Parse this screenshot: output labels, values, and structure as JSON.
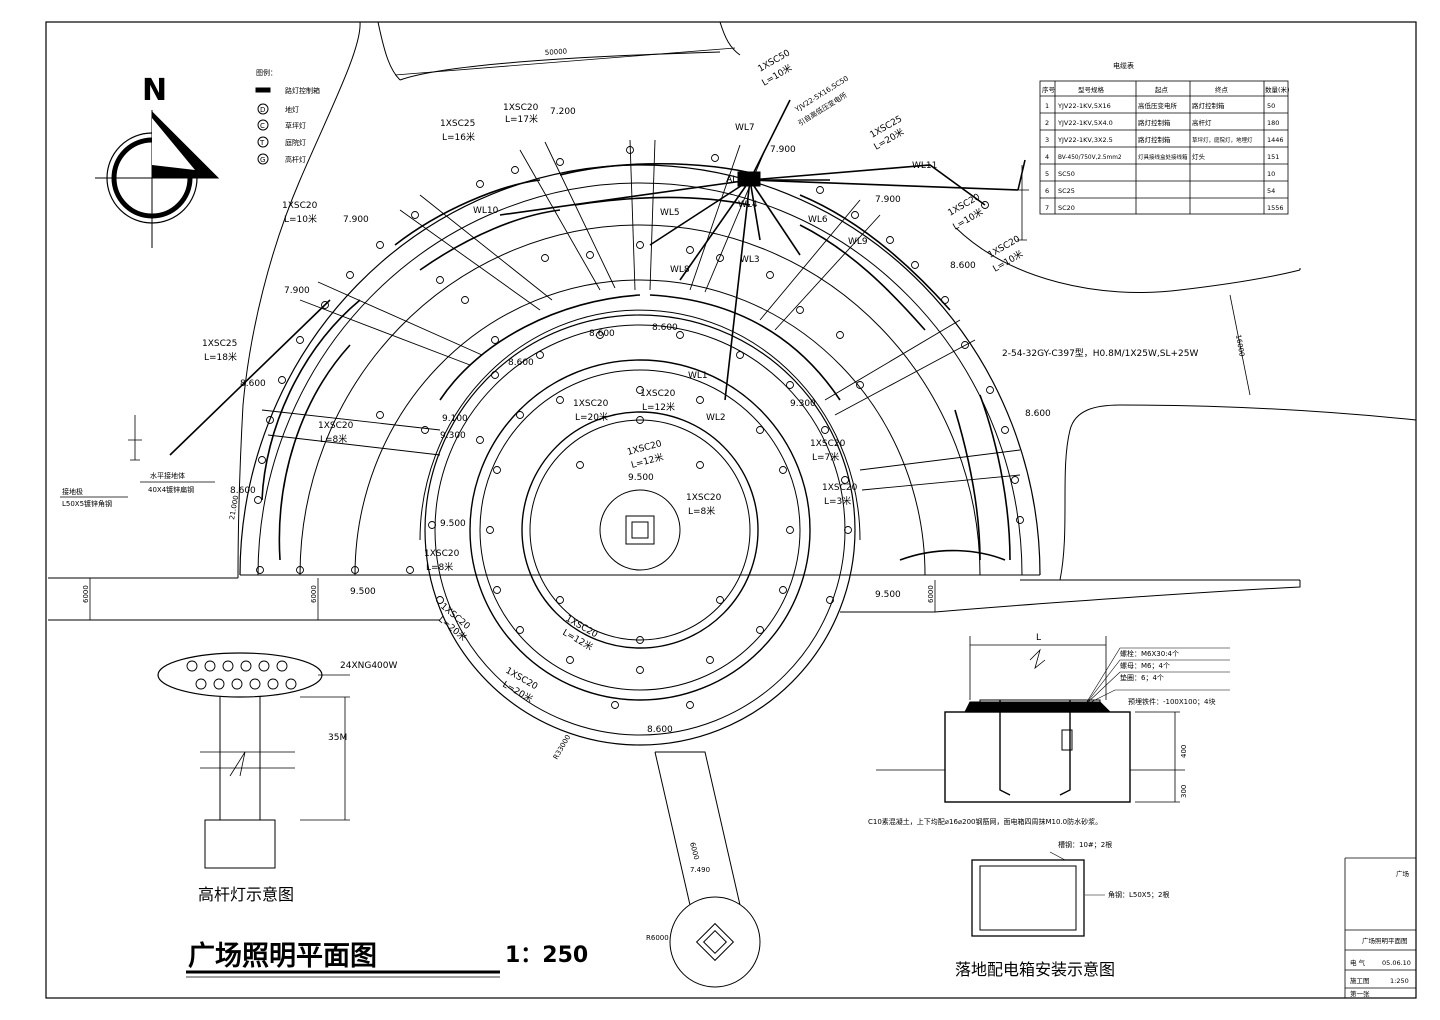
{
  "title": {
    "main": "广场照明平面图",
    "scale": "1：250"
  },
  "north": "N",
  "legend": {
    "heading": "图例：",
    "items": [
      {
        "sym": "",
        "label": "路灯控制箱"
      },
      {
        "sym": "D",
        "label": "地灯"
      },
      {
        "sym": "C",
        "label": "草坪灯"
      },
      {
        "sym": "T",
        "label": "庭院灯"
      },
      {
        "sym": "G",
        "label": "高杆灯"
      }
    ]
  },
  "cable_table": {
    "title": "电缆表",
    "headers": [
      "序号",
      "型号规格",
      "起点",
      "终点",
      "数量(米)"
    ],
    "rows": [
      [
        "1",
        "YJV22-1KV,5X16",
        "高低压变电所",
        "路灯控制箱",
        "50"
      ],
      [
        "2",
        "YJV22-1KV,5X4.0",
        "路灯控制箱",
        "高杆灯",
        "180"
      ],
      [
        "3",
        "YJV22-1KV,3X2.5",
        "路灯控制箱",
        "草坪灯，庭院灯，地埋灯",
        "1446"
      ],
      [
        "4",
        "BV-450/750V,2.5mm2",
        "灯具接线盒处接线箱",
        "灯头",
        "151"
      ],
      [
        "5",
        "SC50",
        "",
        "",
        "10"
      ],
      [
        "6",
        "SC25",
        "",
        "",
        "54"
      ],
      [
        "7",
        "SC20",
        "",
        "",
        "1556"
      ]
    ]
  },
  "plan_labels": {
    "dim_top": "50000",
    "dim_right": "16000",
    "feeder_top": "1XSC50",
    "feeder_top_len": "L=10米",
    "feeder_cable": "YJV22-5X16,SC50",
    "feeder_note": "引自高低压变电所",
    "box": "AL",
    "fixture_note": "2-54-32GY-C397型，H0.8M/1X25W,SL+25W",
    "radius": "R33000",
    "ground_note_1": "水平接地体",
    "ground_note_2": "40X4镀锌扁钢",
    "ground_note_3": "接地极",
    "ground_note_4": "L50X5镀锌角钢",
    "circuits": [
      "WL1",
      "WL2",
      "WL3",
      "WL4",
      "WL5",
      "WL6",
      "WL7",
      "WL8",
      "WL9",
      "WL10",
      "WL11"
    ]
  },
  "conduits": [
    {
      "t": "1XSC20",
      "l": "L=17米"
    },
    {
      "t": "1XSC25",
      "l": "L=16米"
    },
    {
      "t": "1XSC20",
      "l": "L=10米"
    },
    {
      "t": "1XSC25",
      "l": "L=20米"
    },
    {
      "t": "1XSC20",
      "l": "L=10米"
    },
    {
      "t": "1XSC20",
      "l": "L=10米"
    },
    {
      "t": "1XSC25",
      "l": "L=18米"
    },
    {
      "t": "1XSC20",
      "l": "L=8米"
    },
    {
      "t": "1XSC20",
      "l": "L=8米"
    },
    {
      "t": "1XSC20",
      "l": "L=7米"
    },
    {
      "t": "1XSC20",
      "l": "L=3米"
    },
    {
      "t": "1XSC20",
      "l": "L=8米"
    },
    {
      "t": "1XSC20",
      "l": "L=12米"
    },
    {
      "t": "1XSC20",
      "l": "L=8米"
    },
    {
      "t": "1XSC20",
      "l": "L=20米"
    },
    {
      "t": "1XSC20",
      "l": "L=12米"
    },
    {
      "t": "1XSC20",
      "l": "L=12米"
    },
    {
      "t": "1XSC20",
      "l": "L=12米"
    },
    {
      "t": "1XSC20",
      "l": "L=20米"
    }
  ],
  "elevations": [
    "7.200",
    "7.900",
    "7.900",
    "7.900",
    "8.600",
    "8.600",
    "8.600",
    "8.600",
    "8.600",
    "9.100",
    "9.300",
    "9.300",
    "9.500",
    "9.500",
    "9.500",
    "9.500",
    "7.490",
    "8.600"
  ],
  "dims": {
    "left_6000": "6000",
    "right_6000": "6000",
    "path_6000": "6000",
    "r_arc": "21.000",
    "r_small": "R6000"
  },
  "pole_detail": {
    "lamp": "24XNG400W",
    "height": "35M",
    "caption": "高杆灯示意图"
  },
  "box_detail": {
    "dim_L": "L",
    "note1": "螺栓：M6X30:4个",
    "note2": "螺母：M6；4个",
    "note3": "垫圈：6；4个",
    "note4": "预埋铁件：-100X100；4块",
    "h1": "400",
    "h2": "300",
    "concrete_note": "C10素混凝土，上下均配⌀16⌀200钢筋网，面电箱四周抹M10.0防水砂浆。",
    "steel1": "槽钢：10#；2根",
    "steel2": "角钢：L50X5；2根",
    "caption": "落地配电箱安装示意图"
  },
  "title_block": {
    "project": "广场",
    "drawing": "广场照明平面图",
    "r1": [
      "电  气",
      "05.06.10"
    ],
    "r2": [
      "施工图",
      "1:250"
    ],
    "r3": [
      "第一张",
      ""
    ]
  }
}
